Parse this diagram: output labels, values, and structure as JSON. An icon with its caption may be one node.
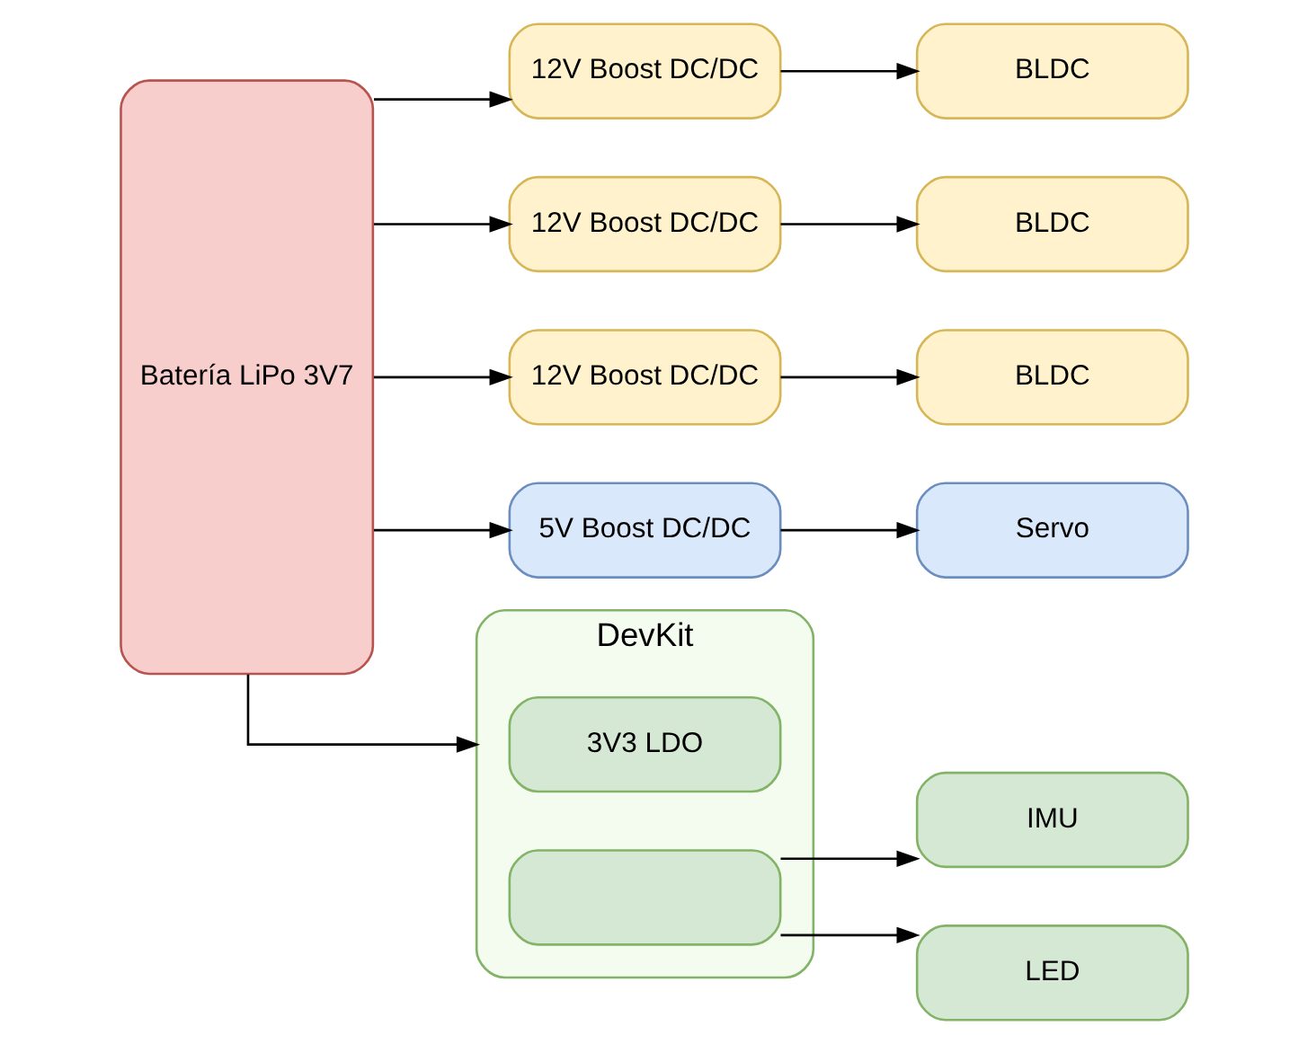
{
  "diagram": {
    "nodes": [
      {
        "text": [
          "Batería LiPo 3V7"
        ]
      },
      {
        "text": [
          "12V Boost DC/DC"
        ]
      },
      {
        "text": [
          "BLDC"
        ]
      },
      {
        "text": [
          "12V Boost DC/DC"
        ]
      },
      {
        "text": [
          "BLDC"
        ]
      },
      {
        "text": [
          "12V Boost DC/DC"
        ]
      },
      {
        "text": [
          "BLDC"
        ]
      },
      {
        "text": [
          "5V Boost DC/DC"
        ]
      },
      {
        "text": [
          "Servo"
        ]
      },
      {
        "text": [
          "DevKit"
        ]
      },
      {
        "text": [
          "3V3 LDO"
        ],
        "in": 9
      },
      {
        "text": [],
        "shape": "box",
        "in": 9
      },
      {
        "text": [
          "IMU"
        ]
      },
      {
        "text": [
          "LED"
        ]
      }
    ],
    "edges": [
      {
        "from": 0,
        "to": 1,
        "arrow": "to"
      },
      {
        "from": 0,
        "to": 3,
        "arrow": "to"
      },
      {
        "from": 0,
        "to": 5,
        "arrow": "to"
      },
      {
        "from": 0,
        "to": 7,
        "arrow": "to"
      },
      {
        "from": 0,
        "to": 9,
        "arrow": "to"
      },
      {
        "from": 1,
        "to": 2,
        "arrow": "to"
      },
      {
        "from": 3,
        "to": 4,
        "arrow": "to"
      },
      {
        "from": 5,
        "to": 6,
        "arrow": "to"
      },
      {
        "from": 7,
        "to": 8,
        "arrow": "to"
      },
      {
        "from": 11,
        "to": 12,
        "arrow": "to"
      },
      {
        "from": 11,
        "to": 13,
        "arrow": "to"
      }
    ]
  }
}
